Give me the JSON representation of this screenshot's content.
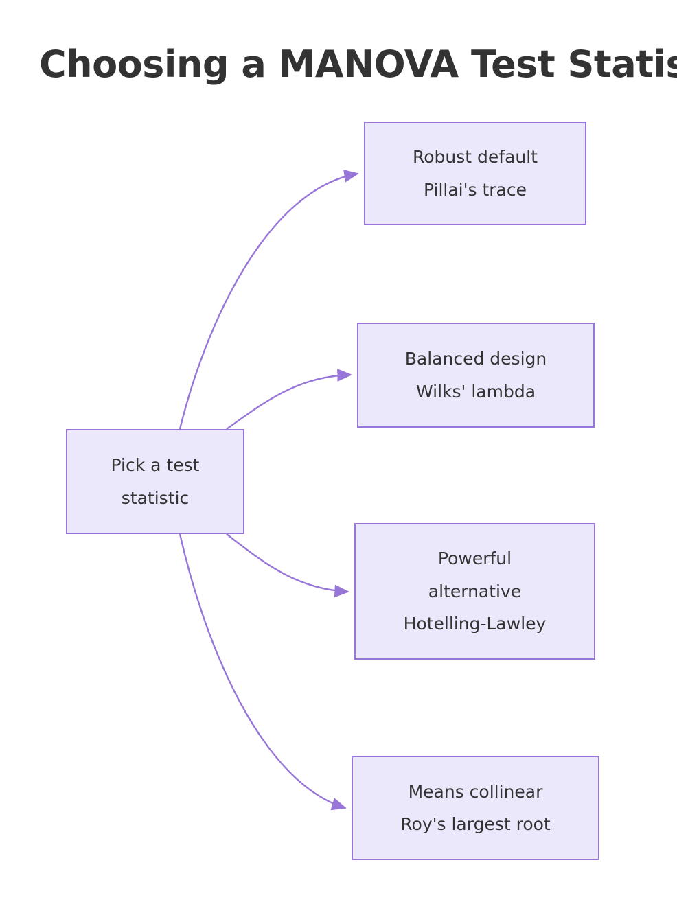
{
  "title": "Choosing a MANOVA Test Statistic",
  "colors": {
    "background": "#ffffff",
    "node_fill": "#ebe8fc",
    "node_border": "#9876d8",
    "edge_stroke": "#9876d8",
    "node_text": "#333333",
    "title_text": "#333333"
  },
  "nodes": {
    "root": {
      "id": "root",
      "lines": [
        "Pick a test",
        "statistic"
      ],
      "line1": "Pick a test",
      "line2": "statistic"
    },
    "option1": {
      "id": "option1",
      "lines": [
        "Robust default",
        "Pillai's trace"
      ],
      "line1": "Robust default",
      "line2": "Pillai's trace"
    },
    "option2": {
      "id": "option2",
      "lines": [
        "Balanced design",
        "Wilks' lambda"
      ],
      "line1": "Balanced design",
      "line2": "Wilks' lambda"
    },
    "option3": {
      "id": "option3",
      "lines": [
        "Powerful",
        "alternative",
        "Hotelling-Lawley"
      ],
      "line1": "Powerful",
      "line2": "alternative",
      "line3": "Hotelling-Lawley"
    },
    "option4": {
      "id": "option4",
      "lines": [
        "Means collinear",
        "Roy's largest root"
      ],
      "line1": "Means collinear",
      "line2": "Roy's largest root"
    }
  },
  "edges": [
    {
      "from": "root",
      "to": "option1",
      "label": ""
    },
    {
      "from": "root",
      "to": "option2",
      "label": ""
    },
    {
      "from": "root",
      "to": "option3",
      "label": ""
    },
    {
      "from": "root",
      "to": "option4",
      "label": ""
    }
  ],
  "chart_data": {
    "type": "diagram",
    "title": "Choosing a MANOVA Test Statistic",
    "layout": "left-to-right flowchart",
    "root": "Pick a test statistic",
    "branches": [
      {
        "condition": "Robust default",
        "statistic": "Pillai's trace"
      },
      {
        "condition": "Balanced design",
        "statistic": "Wilks' lambda"
      },
      {
        "condition": "Powerful alternative",
        "statistic": "Hotelling-Lawley"
      },
      {
        "condition": "Means collinear",
        "statistic": "Roy's largest root"
      }
    ]
  }
}
